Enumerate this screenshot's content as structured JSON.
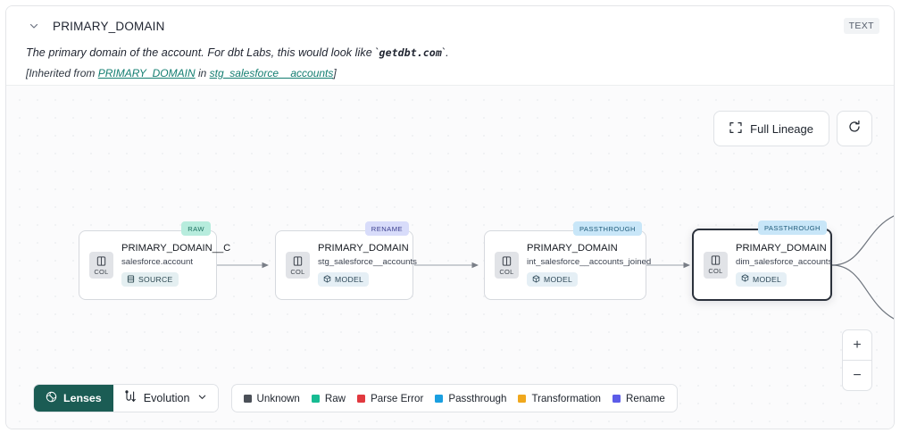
{
  "header": {
    "chevron_icon": "chevron-down-icon",
    "title": "PRIMARY_DOMAIN",
    "type_badge": "TEXT",
    "description_pre": "The primary domain of the account. For dbt Labs, this would look like `",
    "description_code": "getdbt.com",
    "description_post": "`.",
    "inherited_pre": "[Inherited from ",
    "inherited_link1": "PRIMARY_DOMAIN",
    "inherited_mid": " in ",
    "inherited_link2": "stg_salesforce__accounts",
    "inherited_post": "]"
  },
  "controls": {
    "full_lineage_label": "Full Lineage",
    "full_lineage_icon": "expand-icon",
    "refresh_icon": "refresh-icon",
    "zoom_in_label": "+",
    "zoom_out_label": "−"
  },
  "lineage": {
    "nodes": [
      {
        "badge": "RAW",
        "badge_kind": "raw",
        "col_icon": "column-icon",
        "col_label": "COL",
        "title": "PRIMARY_DOMAIN__C",
        "subtitle": "salesforce.account",
        "pill_label": "SOURCE",
        "pill_icon": "database-icon",
        "pill_kind": "source",
        "selected": false
      },
      {
        "badge": "RENAME",
        "badge_kind": "rename",
        "col_icon": "column-icon",
        "col_label": "COL",
        "title": "PRIMARY_DOMAIN",
        "subtitle": "stg_salesforce__accounts",
        "pill_label": "MODEL",
        "pill_icon": "cube-icon",
        "pill_kind": "model",
        "selected": false
      },
      {
        "badge": "PASSTHROUGH",
        "badge_kind": "passthrough",
        "col_icon": "column-icon",
        "col_label": "COL",
        "title": "PRIMARY_DOMAIN",
        "subtitle": "int_salesforce__accounts_joined",
        "pill_label": "MODEL",
        "pill_icon": "cube-icon",
        "pill_kind": "model",
        "selected": false
      },
      {
        "badge": "PASSTHROUGH",
        "badge_kind": "passthrough",
        "col_icon": "column-icon",
        "col_label": "COL",
        "title": "PRIMARY_DOMAIN",
        "subtitle": "dim_salesforce_accounts",
        "pill_label": "MODEL",
        "pill_icon": "cube-icon",
        "pill_kind": "model",
        "selected": true
      }
    ]
  },
  "bottom": {
    "lenses_label": "Lenses",
    "lenses_icon": "lens-icon",
    "evolution_label": "Evolution",
    "evolution_icon": "evolution-icon",
    "evolution_chevron": "chevron-down-icon",
    "legend": [
      {
        "label": "Unknown",
        "color": "#4b5058"
      },
      {
        "label": "Raw",
        "color": "#17bb92"
      },
      {
        "label": "Parse Error",
        "color": "#e1393f"
      },
      {
        "label": "Passthrough",
        "color": "#1a9fe0"
      },
      {
        "label": "Transformation",
        "color": "#f0a81d"
      },
      {
        "label": "Rename",
        "color": "#5c5ce8"
      }
    ]
  },
  "colors": {
    "accent": "#1b5c54",
    "link": "#127d70",
    "canvas_bg": "#fbfbfc",
    "node_border": "#d6d9de",
    "selected_border": "#2b313b"
  }
}
